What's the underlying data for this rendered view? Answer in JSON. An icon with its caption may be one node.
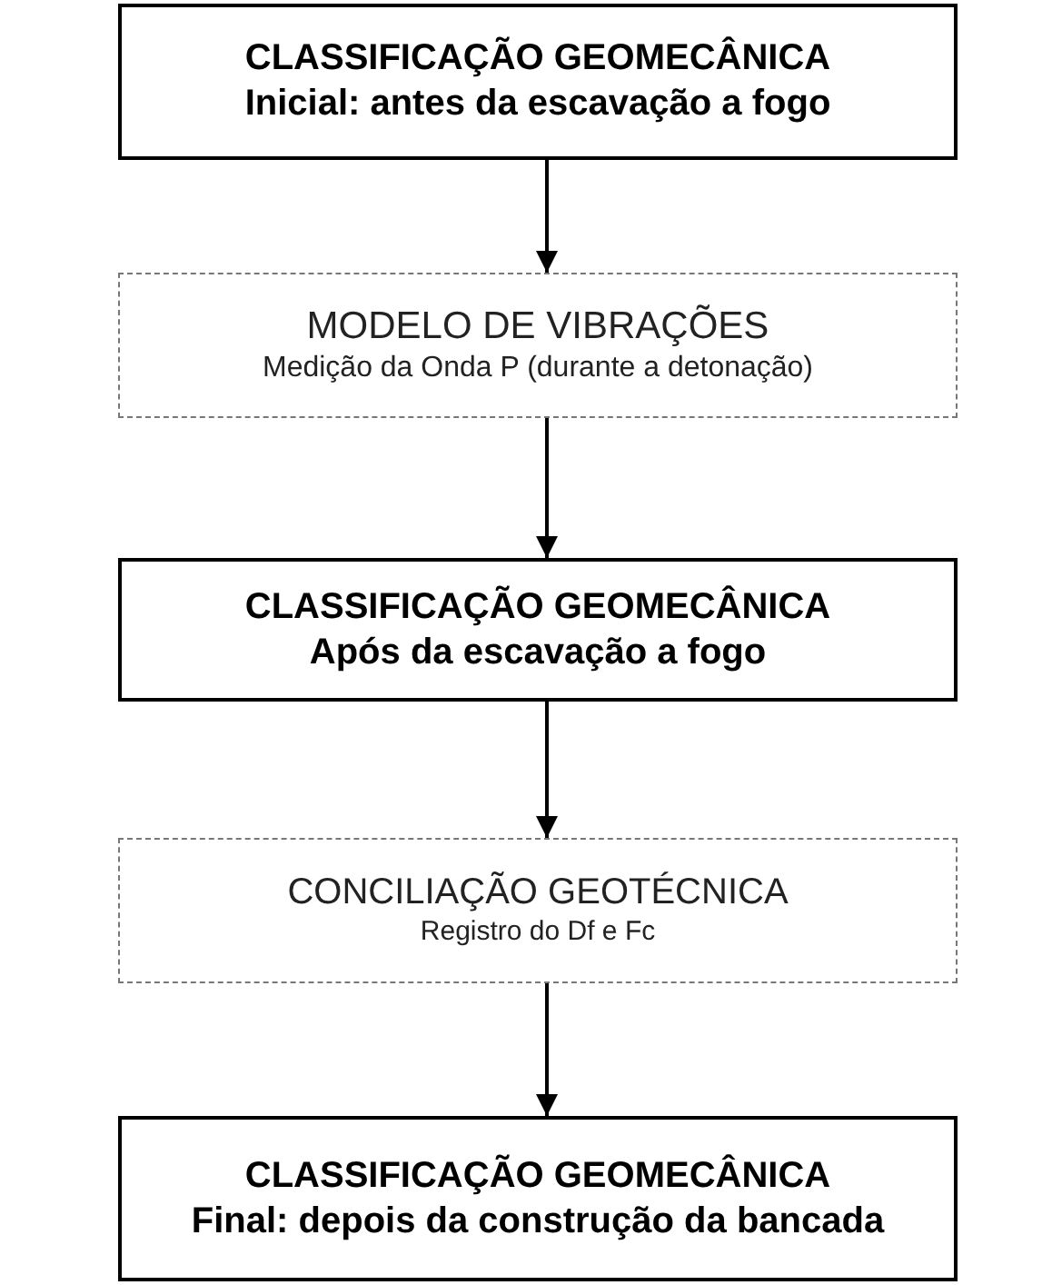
{
  "diagram": {
    "nodes": [
      {
        "text": [
          "CLASSIFICAÇÃO GEOMECÂNICA",
          "Inicial: antes da escavação a fogo"
        ]
      },
      {
        "text": [
          "MODELO DE VIBRAÇÕES",
          "Medição da Onda P (durante a detonação)"
        ]
      },
      {
        "text": [
          "CLASSIFICAÇÃO GEOMECÂNICA",
          "Após da escavação a fogo"
        ]
      },
      {
        "text": [
          "CONCILIAÇÃO GEOTÉCNICA",
          "Registro do Df e Fc"
        ]
      },
      {
        "text": [
          "CLASSIFICAÇÃO GEOMECÂNICA",
          "Final: depois da construção da bancada"
        ]
      }
    ],
    "edges": [
      {
        "from": 0,
        "to": 1,
        "arrow": "to"
      },
      {
        "from": 1,
        "to": 2,
        "arrow": "to"
      },
      {
        "from": 2,
        "to": 3,
        "arrow": "to"
      },
      {
        "from": 3,
        "to": 4,
        "arrow": "to"
      }
    ]
  }
}
